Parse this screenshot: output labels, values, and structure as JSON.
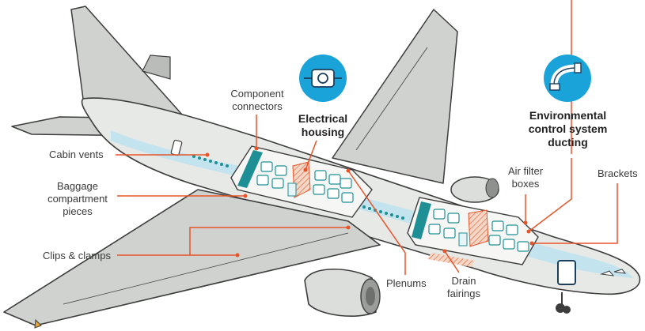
{
  "labels": {
    "component_connectors": [
      "Component",
      "connectors"
    ],
    "electrical_housing": [
      "Electrical",
      "housing"
    ],
    "environmental_ducting": [
      "Environmental",
      "control system",
      "ducting"
    ],
    "cabin_vents": "Cabin vents",
    "baggage_pieces": [
      "Baggage",
      "compartment",
      "pieces"
    ],
    "clips_clamps": "Clips & clamps",
    "plenums": "Plenums",
    "drain_fairings": [
      "Drain",
      "fairings"
    ],
    "air_filter_boxes": [
      "Air filter",
      "boxes"
    ],
    "brackets": "Brackets"
  },
  "icons": {
    "electrical": "electrical-housing-icon",
    "ducting": "ducting-icon"
  },
  "colors": {
    "accent_orange": "#e8542a",
    "icon_blue": "#1aa3d8",
    "fuselage_grey": "#dcdedb",
    "wing_grey": "#cfd2ce",
    "outline": "#3d3d3d",
    "cabin_teal": "#1d8f95",
    "cabin_stripe": "#bfe3ee"
  }
}
